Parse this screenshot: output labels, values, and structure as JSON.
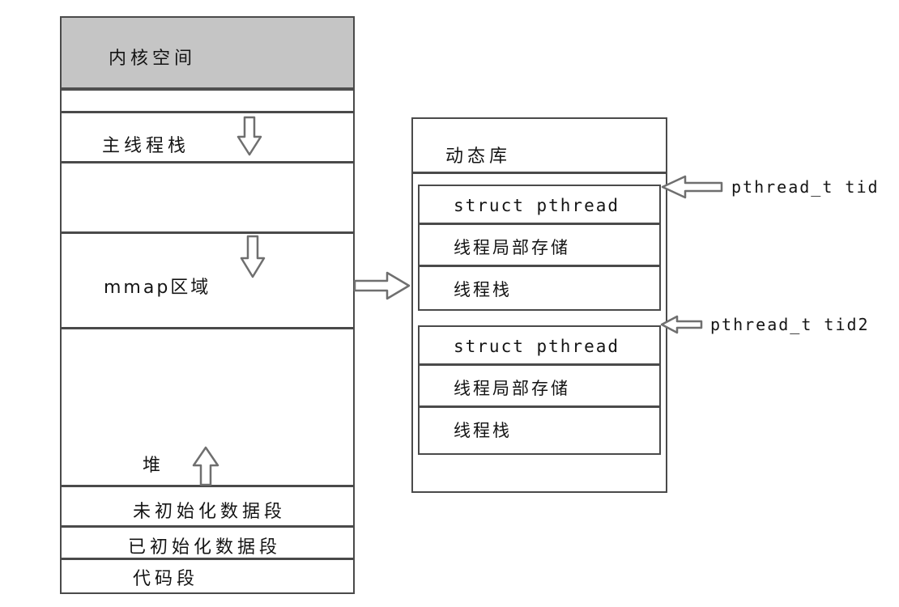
{
  "colors": {
    "line": "#4a4a4a",
    "arrow_stroke": "#6f6f6f",
    "header_fill": "#c5c5c5",
    "text": "#141414"
  },
  "memory_box": {
    "kernel_label": "内核空间",
    "main_stack_label": "主线程栈",
    "mmap_label": "mmap区域",
    "heap_label": "堆",
    "bss_label": "未初始化数据段",
    "data_label": "已初始化数据段",
    "code_label": "代码段"
  },
  "library_box": {
    "title": "动态库",
    "thread_block_1": {
      "row1": "struct pthread",
      "row2": "线程局部存储",
      "row3": "线程栈"
    },
    "thread_block_2": {
      "row1": "struct pthread",
      "row2": "线程局部存储",
      "row3": "线程栈"
    }
  },
  "annotations": {
    "tid1": "pthread_t tid",
    "tid2": "pthread_t tid2"
  }
}
